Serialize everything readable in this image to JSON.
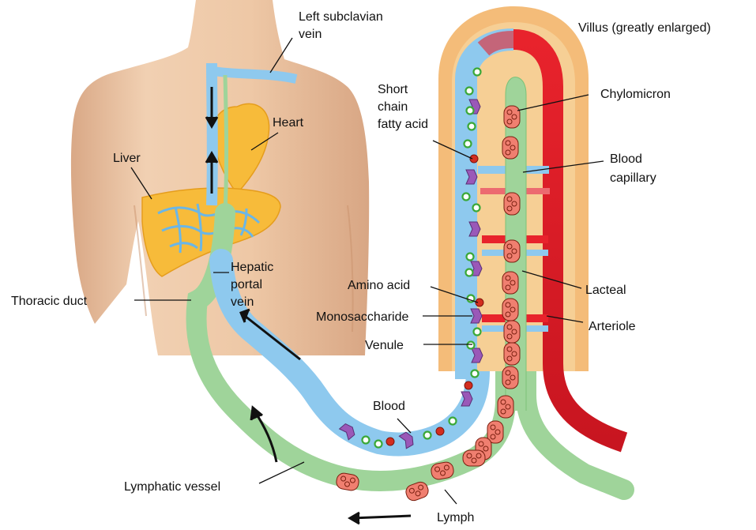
{
  "labels": {
    "left_subclavian_1": "Left subclavian",
    "left_subclavian_2": "vein",
    "villus": "Villus (greatly enlarged)",
    "short_chain_1": "Short",
    "short_chain_2": "chain",
    "short_chain_3": "fatty acid",
    "heart": "Heart",
    "chylomicron": "Chylomicron",
    "liver": "Liver",
    "blood_capillary_1": "Blood",
    "blood_capillary_2": "capillary",
    "hepatic_1": "Hepatic",
    "hepatic_2": "portal",
    "hepatic_3": "vein",
    "amino_acid": "Amino acid",
    "lacteal": "Lacteal",
    "thoracic_duct": "Thoracic duct",
    "monosaccharide": "Monosaccharide",
    "arteriole": "Arteriole",
    "venule": "Venule",
    "blood": "Blood",
    "lymphatic_vessel": "Lymphatic vessel",
    "lymph": "Lymph"
  },
  "colors": {
    "skin": "#eec8a6",
    "skin_shadow": "#d9a886",
    "organ": "#f7bb3a",
    "blood_vessel": "#8ec9ee",
    "lymph_vessel": "#9fd49a",
    "artery": "#e8232c",
    "villus_outer": "#f3b56a",
    "villus_inner": "#f6cf95",
    "monosaccharide": "#9a58b8",
    "amino_acid": "#d32d1f",
    "fatty_acid": "#4cbf4a",
    "chylomicron": "#f07f70"
  }
}
